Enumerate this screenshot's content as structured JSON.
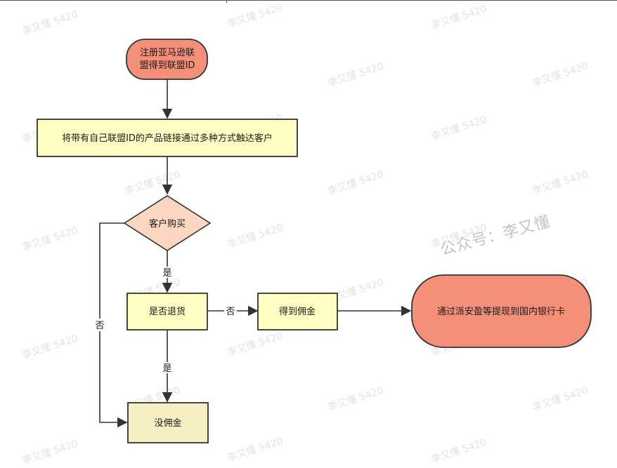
{
  "nodes": {
    "start": {
      "lines": [
        "注册亚马逊联",
        "盟得到联盟ID"
      ]
    },
    "distribute": {
      "label": "将带有自己联盟ID的产品链接通过多种方式触达客户"
    },
    "purchase": {
      "label": "客户购买"
    },
    "refund": {
      "label": "是否退货"
    },
    "commission": {
      "label": "得到佣金"
    },
    "withdraw": {
      "label": "通过派安盈等提现到国内银行卡"
    },
    "no_commission": {
      "label": "没佣金"
    }
  },
  "edge_labels": {
    "purchase_yes": "是",
    "purchase_no": "否",
    "refund_no": "否",
    "refund_yes": "是"
  },
  "watermark": {
    "small": "李又懂 5420",
    "big": "公众号：李又懂"
  },
  "colors": {
    "terminal_fill": "#f4907a",
    "process_fill": "#ffffc4",
    "decision_fill": "#fbd7c1",
    "end_box_fill": "#f7efc4",
    "stroke": "#333333"
  }
}
